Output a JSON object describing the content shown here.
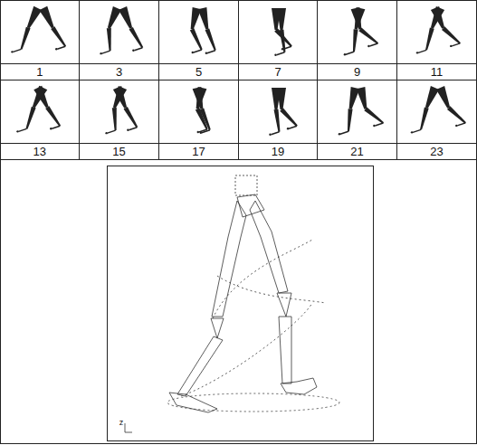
{
  "diagram": {
    "labels": [
      "1",
      "3",
      "5",
      "7",
      "9",
      "11",
      "13",
      "15",
      "17",
      "19",
      "21",
      "23",
      "z"
    ]
  }
}
